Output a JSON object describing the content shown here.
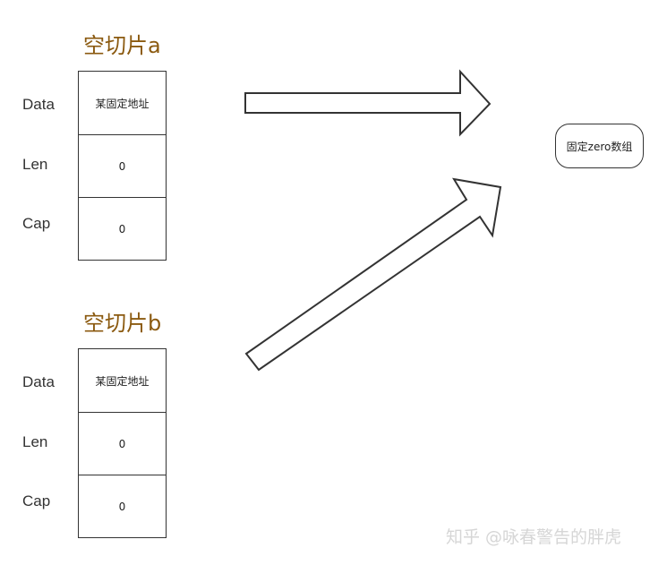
{
  "slice_a": {
    "title": "空切片a",
    "labels": [
      "Data",
      "Len",
      "Cap"
    ],
    "cells": [
      "某固定地址",
      "0",
      "0"
    ]
  },
  "slice_b": {
    "title": "空切片b",
    "labels": [
      "Data",
      "Len",
      "Cap"
    ],
    "cells": [
      "某固定地址",
      "0",
      "0"
    ]
  },
  "target": {
    "label": "固定zero数组"
  },
  "watermark": "知乎 @咏春警告的胖虎",
  "colors": {
    "title": "#8b5a10",
    "stroke": "#333333",
    "watermark": "#d6d6d6"
  }
}
